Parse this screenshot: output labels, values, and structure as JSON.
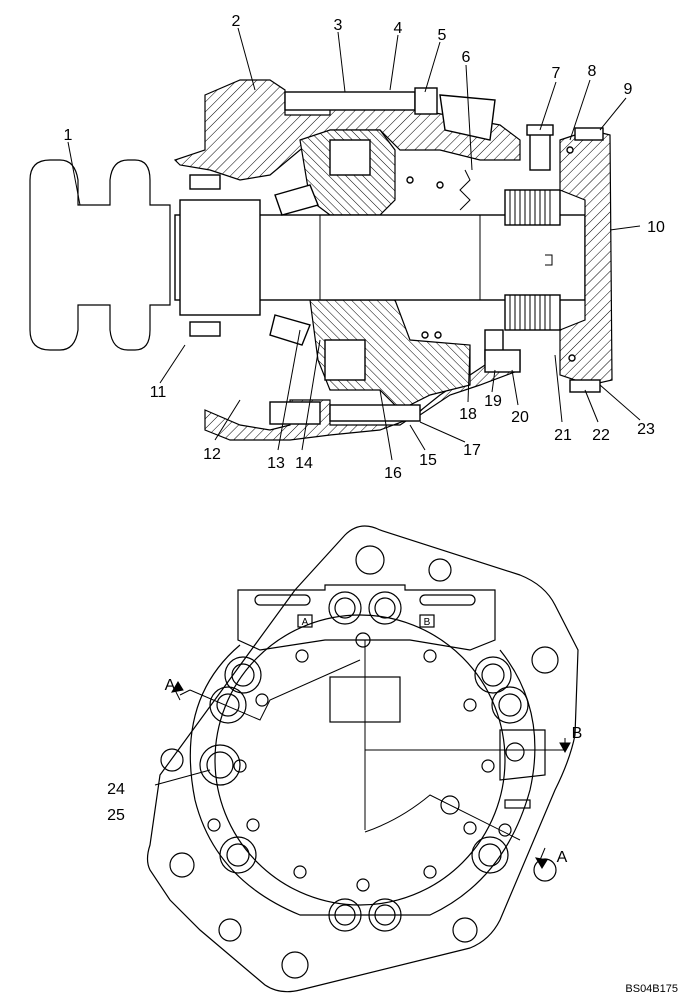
{
  "callouts": [
    "1",
    "2",
    "3",
    "4",
    "5",
    "6",
    "7",
    "8",
    "9",
    "10",
    "11",
    "12",
    "13",
    "14",
    "15",
    "16",
    "17",
    "18",
    "19",
    "20",
    "21",
    "22",
    "23",
    "24",
    "25"
  ],
  "section_markers": {
    "a_upper": "A",
    "a_lower": "A",
    "b": "B"
  },
  "port_labels": {
    "port_a": "A",
    "port_b": "B"
  },
  "drawing_code": "BS04B175"
}
